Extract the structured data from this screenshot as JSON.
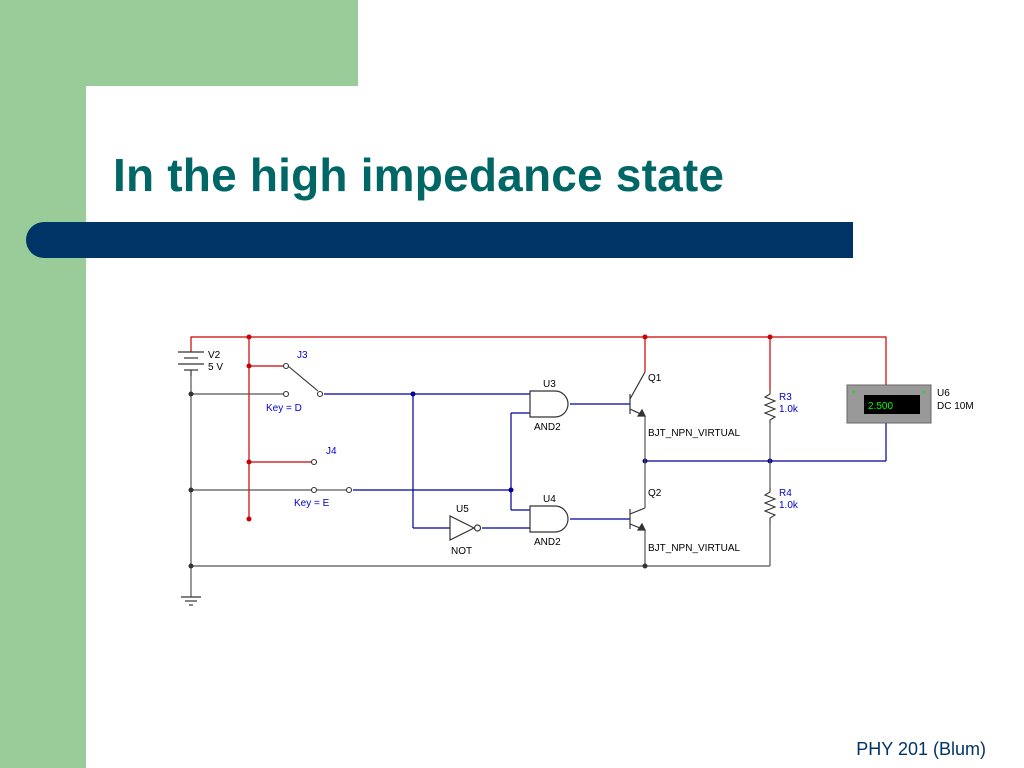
{
  "slide": {
    "title": "In the high impedance state",
    "footer": "PHY 201 (Blum)"
  },
  "colors": {
    "background": "#ffffff",
    "sidebar_green": "#99cc99",
    "title_teal": "#006666",
    "bar_navy": "#003366",
    "wire_red": "#cc0000",
    "wire_blue": "#000099",
    "wire_gray": "#555555",
    "meter_body": "#999999",
    "meter_display_text": "#00ff00"
  },
  "circuit": {
    "source": {
      "name": "V2",
      "value": "5 V"
    },
    "switch_j3": {
      "name": "J3",
      "key": "Key = D"
    },
    "switch_j4": {
      "name": "J4",
      "key": "Key = E"
    },
    "gate_u3": {
      "name": "U3",
      "type": "AND2"
    },
    "gate_u4": {
      "name": "U4",
      "type": "AND2"
    },
    "gate_u5": {
      "name": "U5",
      "type": "NOT"
    },
    "transistor_q1": {
      "name": "Q1",
      "model": "BJT_NPN_VIRTUAL"
    },
    "transistor_q2": {
      "name": "Q2",
      "model": "BJT_NPN_VIRTUAL"
    },
    "resistor_r3": {
      "name": "R3",
      "value": "1.0k"
    },
    "resistor_r4": {
      "name": "R4",
      "value": "1.0k"
    },
    "meter_u6": {
      "name": "U6",
      "mode": "DC  10M",
      "reading": "2.500"
    }
  }
}
